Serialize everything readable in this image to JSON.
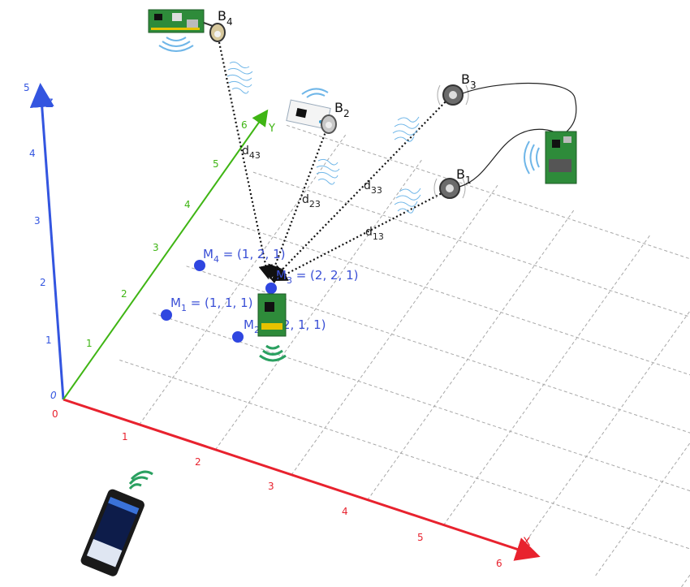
{
  "axes": {
    "x": {
      "label": "X",
      "ticks": [
        "0",
        "1",
        "2",
        "3",
        "4",
        "5",
        "6"
      ],
      "color": "#e8222e"
    },
    "y": {
      "label": "Y",
      "ticks": [
        "1",
        "2",
        "3",
        "4",
        "5",
        "6"
      ],
      "color": "#3fb514"
    },
    "z": {
      "label": "Z",
      "ticks": [
        "1",
        "2",
        "3",
        "4",
        "5"
      ],
      "color": "#3355e0"
    },
    "origin_label": "0"
  },
  "points": [
    {
      "id": "M1",
      "label_base": "M",
      "label_sub": "1",
      "label_rest": " = (1, 1, 1)"
    },
    {
      "id": "M2",
      "label_base": "M",
      "label_sub": "2",
      "label_rest": " = (2, 1, 1)"
    },
    {
      "id": "M3",
      "label_base": "M",
      "label_sub": "3",
      "label_rest": " = (2, 2, 1)"
    },
    {
      "id": "M4",
      "label_base": "M",
      "label_sub": "4",
      "label_rest": " = (1, 2, 1)"
    }
  ],
  "beacons": [
    {
      "id": "B1",
      "label_base": "B",
      "label_sub": "1"
    },
    {
      "id": "B2",
      "label_base": "B",
      "label_sub": "2"
    },
    {
      "id": "B3",
      "label_base": "B",
      "label_sub": "3"
    },
    {
      "id": "B4",
      "label_base": "B",
      "label_sub": "4"
    }
  ],
  "distances": [
    {
      "id": "d13",
      "base": "d",
      "sub": "13"
    },
    {
      "id": "d23",
      "base": "d",
      "sub": "23"
    },
    {
      "id": "d33",
      "base": "d",
      "sub": "33"
    },
    {
      "id": "d43",
      "base": "d",
      "sub": "43"
    }
  ],
  "colors": {
    "point": "#2f46e0",
    "point_label": "#3a4fd6",
    "grid": "#a8a8a8",
    "board": "#2e8b3a",
    "wave": "#6fb6e8",
    "wifi_green": "#2aa060"
  },
  "icons": [
    "speaker-icon",
    "microphone-board-icon",
    "wifi-icon",
    "smartphone-icon",
    "sound-wave-icon"
  ]
}
